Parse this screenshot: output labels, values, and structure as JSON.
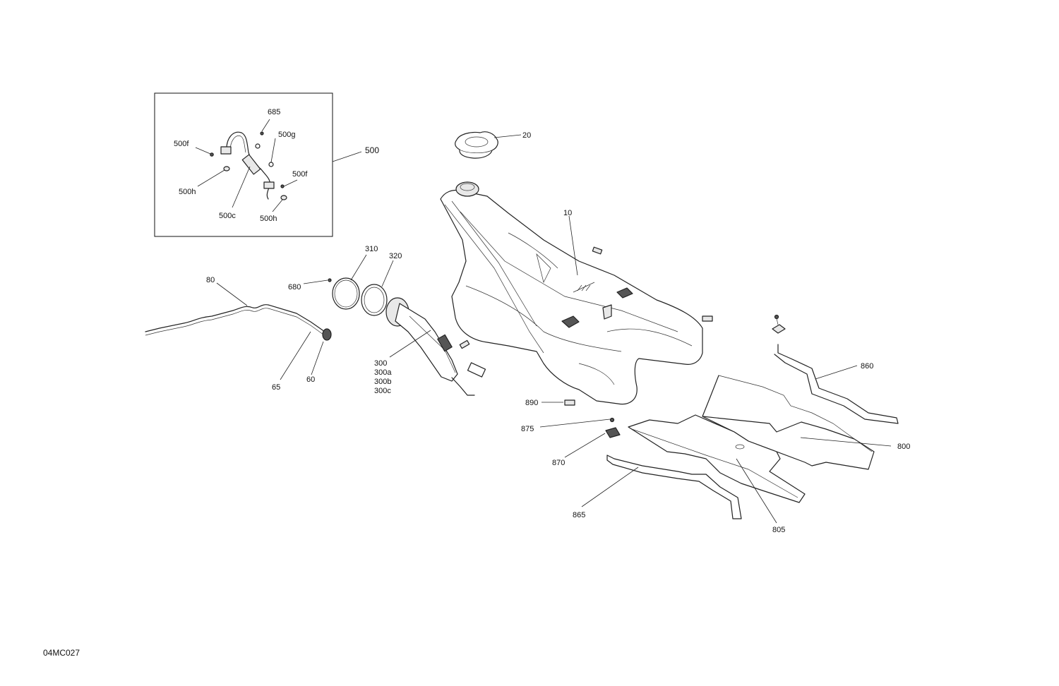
{
  "diagram": {
    "drawing_code": "04MC027",
    "callouts": {
      "c685": "685",
      "c500f_a": "500f",
      "c500g": "500g",
      "c500": "500",
      "c500f_b": "500f",
      "c500h_a": "500h",
      "c500c": "500c",
      "c500h_b": "500h",
      "c20": "20",
      "c10": "10",
      "c310": "310",
      "c320": "320",
      "c680": "680",
      "c80": "80",
      "c65": "65",
      "c60": "60",
      "c300": "300",
      "c300a": "300a",
      "c300b": "300b",
      "c300c": "300c",
      "c890": "890",
      "c875": "875",
      "c870": "870",
      "c865": "865",
      "c805": "805",
      "c800": "800",
      "c860": "860"
    }
  }
}
